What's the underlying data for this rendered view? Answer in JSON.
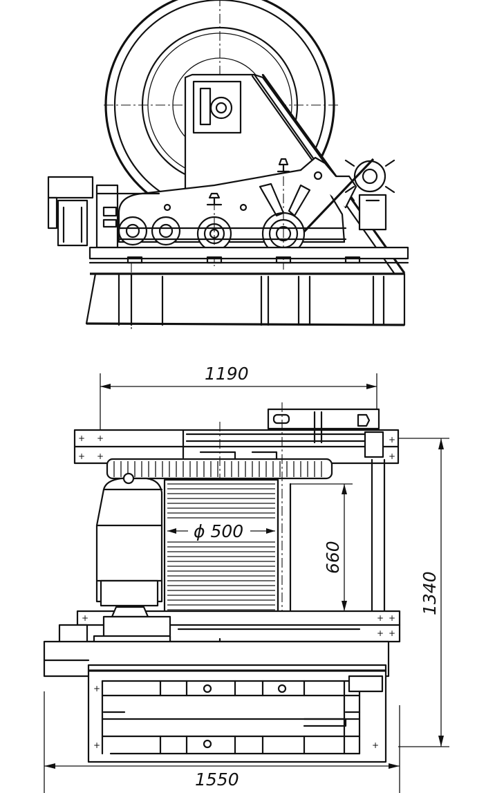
{
  "dimensions": {
    "top_width": "1190",
    "drum_diameter": "ϕ 500",
    "drum_length": "660",
    "overall_height": "1340",
    "overall_width": "1550"
  }
}
